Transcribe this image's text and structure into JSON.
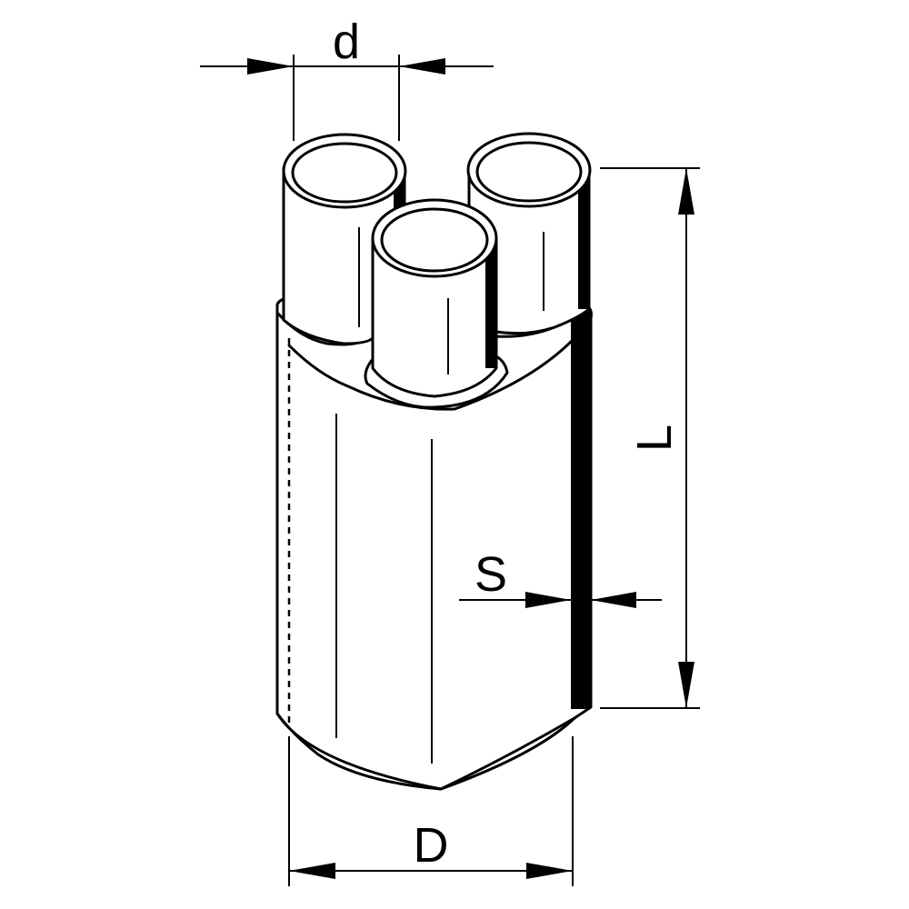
{
  "labels": {
    "d": "d",
    "L": "L",
    "S": "S",
    "D": "D"
  },
  "colors": {
    "line": "#000000",
    "background": "#ffffff"
  }
}
